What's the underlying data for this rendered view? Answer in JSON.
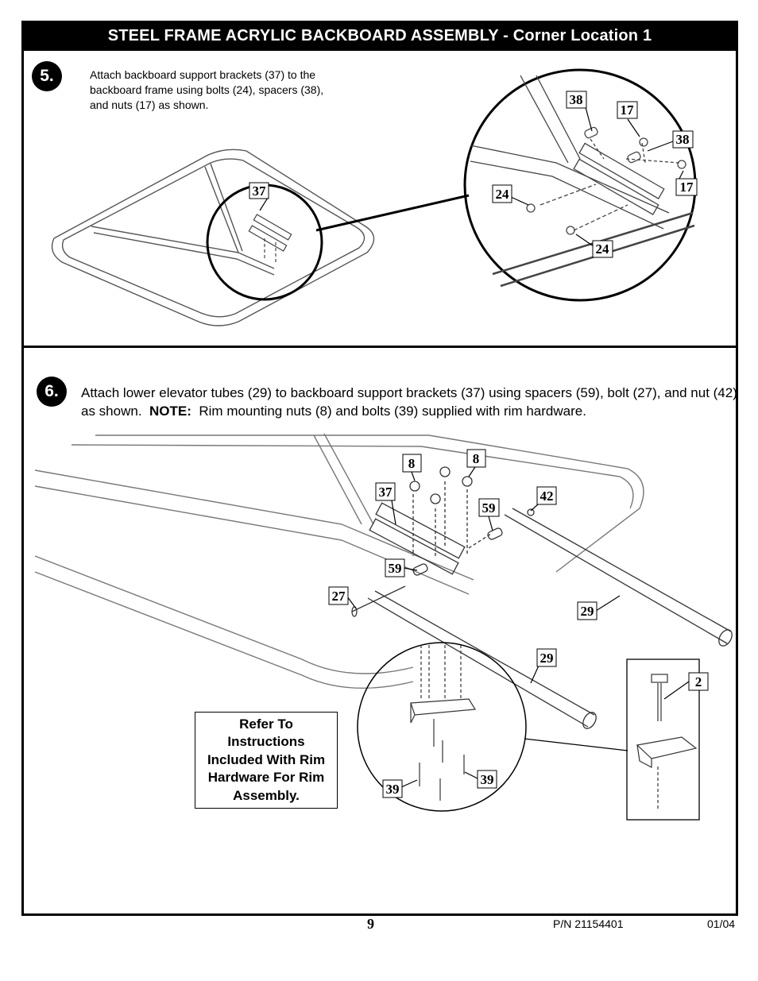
{
  "header": {
    "title": "STEEL FRAME ACRYLIC BACKBOARD ASSEMBLY - Corner Location 1"
  },
  "step5": {
    "number": "5.",
    "lines": [
      "Attach backboard support brackets (37) to the",
      "backboard frame using bolts (24), spacers (38),",
      "and nuts (17) as shown."
    ],
    "callouts": {
      "c37": "37",
      "c38a": "38",
      "c17a": "17",
      "c38b": "38",
      "c17b": "17",
      "c24a": "24",
      "c24b": "24"
    }
  },
  "step6": {
    "number": "6.",
    "text_part1": "Attach lower elevator tubes (29) to backboard support brackets (37) using spacers (59), bolt (27), and nut (42) as shown.",
    "note_label": "NOTE:",
    "text_part2": "Rim mounting nuts (8) and bolts (39) supplied with rim hardware.",
    "callouts": {
      "c8a": "8",
      "c8b": "8",
      "c37": "37",
      "c59a": "59",
      "c42": "42",
      "c59b": "59",
      "c27": "27",
      "c29a": "29",
      "c29b": "29",
      "c2": "2",
      "c39a": "39",
      "c39b": "39"
    },
    "refer_box": [
      "Refer To",
      "Instructions",
      "Included With Rim",
      "Hardware For Rim",
      "Assembly."
    ]
  },
  "footer": {
    "page": "9",
    "part_number": "P/N 21154401",
    "date": "01/04"
  }
}
